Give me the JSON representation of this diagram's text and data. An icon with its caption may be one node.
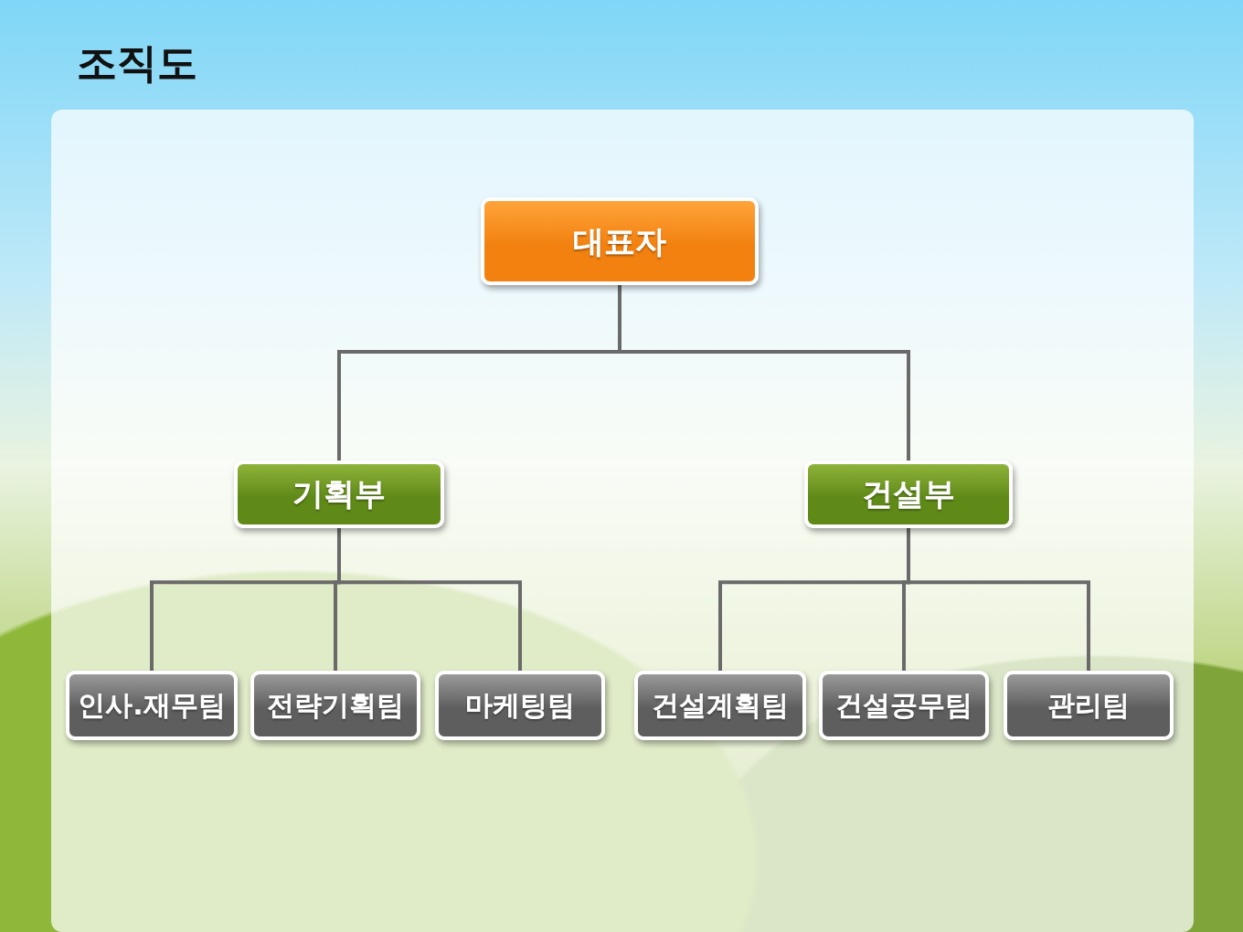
{
  "diagram": {
    "title": "조직도",
    "nodes": [
      {
        "text": [
          "대표자"
        ]
      },
      {
        "text": [
          "기획부"
        ]
      },
      {
        "text": [
          "건설부"
        ]
      },
      {
        "text": [
          "인사.재무팀"
        ]
      },
      {
        "text": [
          "전략기획팀"
        ]
      },
      {
        "text": [
          "마케팅팀"
        ]
      },
      {
        "text": [
          "건설계획팀"
        ]
      },
      {
        "text": [
          "건설공무팀"
        ]
      },
      {
        "text": [
          "관리팀"
        ]
      }
    ],
    "edges": [
      {
        "from": 0,
        "to": 1,
        "arrow": "none"
      },
      {
        "from": 0,
        "to": 2,
        "arrow": "none"
      },
      {
        "from": 1,
        "to": 3,
        "arrow": "none"
      },
      {
        "from": 1,
        "to": 4,
        "arrow": "none"
      },
      {
        "from": 1,
        "to": 5,
        "arrow": "none"
      },
      {
        "from": 2,
        "to": 6,
        "arrow": "none"
      },
      {
        "from": 2,
        "to": 7,
        "arrow": "none"
      },
      {
        "from": 2,
        "to": 8,
        "arrow": "none"
      }
    ]
  }
}
